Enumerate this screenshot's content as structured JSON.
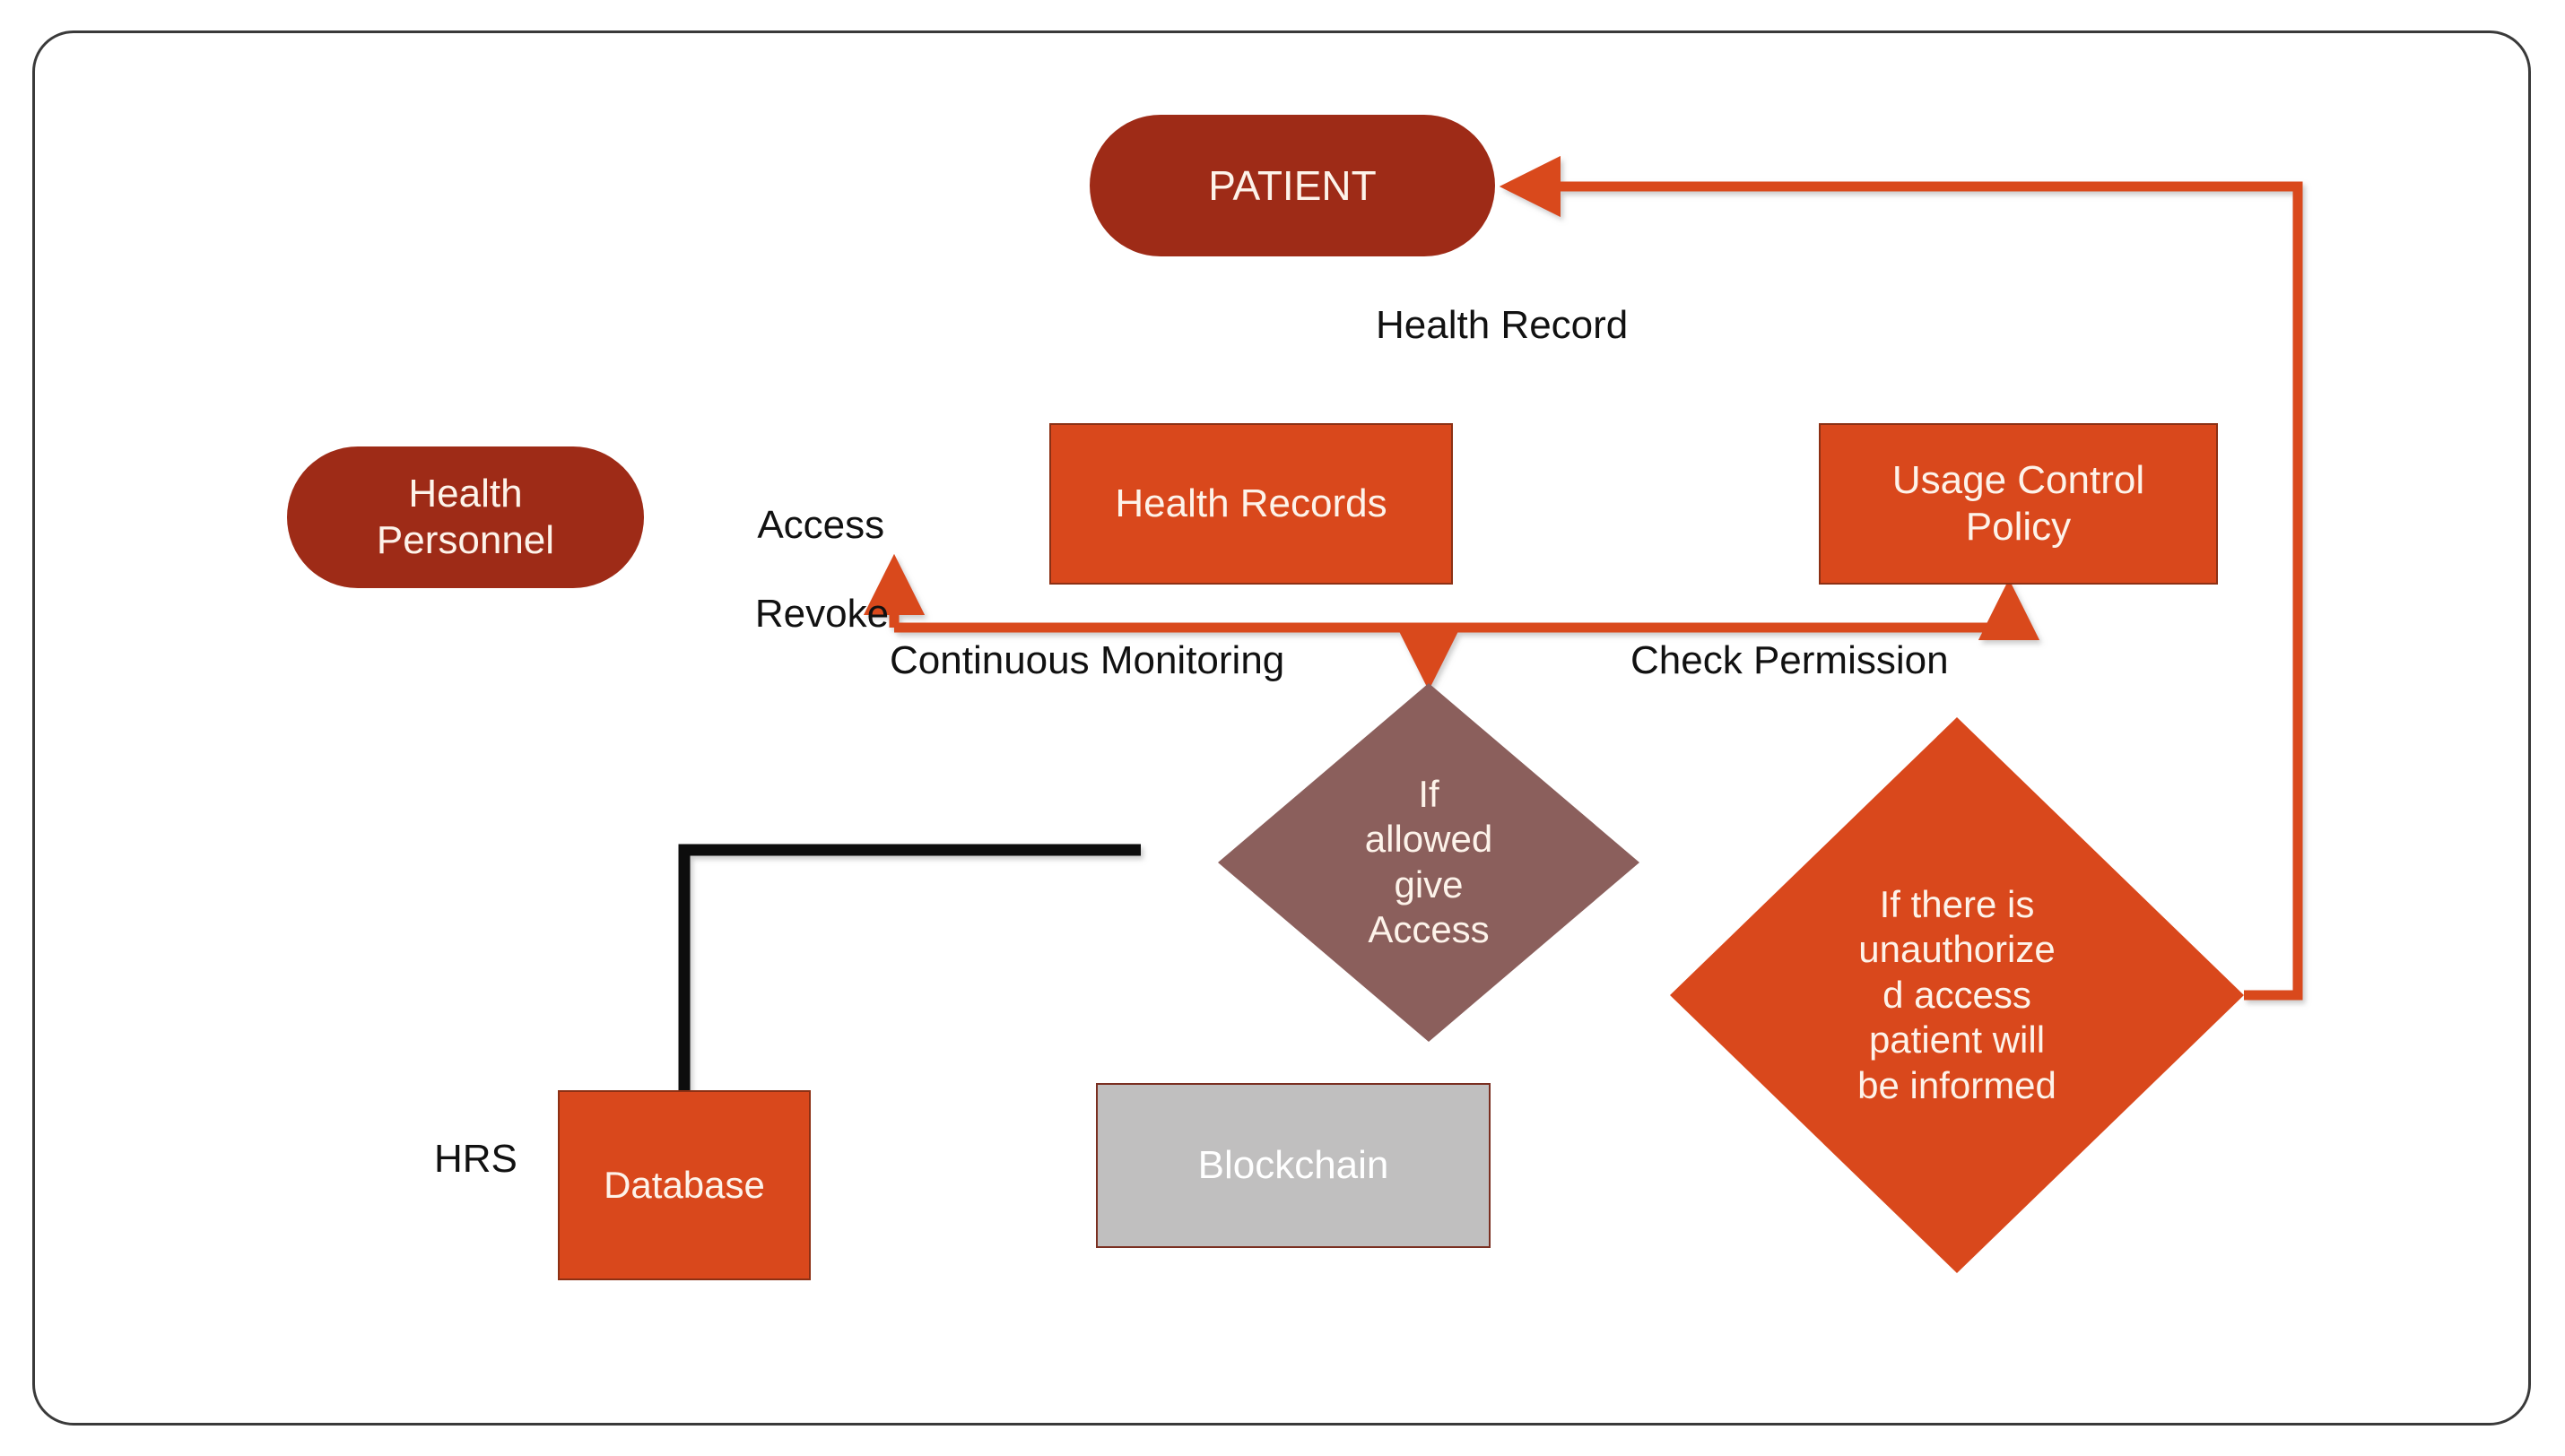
{
  "diagram": {
    "title": "Health Record System access-control flow",
    "palette": {
      "dark_red": "#9E2B17",
      "orange": "#D9481C",
      "mauve": "#8B5F5C",
      "gray": "#C0BFBF",
      "black_edge": "#111111",
      "orange_edge": "#D9481C",
      "frame_border": "#3A3A3A",
      "node_text": "#FDF3EA"
    },
    "nodes": {
      "patient": {
        "label": "PATIENT",
        "shape": "rounded-pill",
        "color": "#9E2B17"
      },
      "health_personnel": {
        "label": "Health\nPersonnel",
        "line1": "Health",
        "line2": "Personnel",
        "shape": "rounded-pill",
        "color": "#9E2B17"
      },
      "health_records": {
        "label": "Health Records",
        "shape": "rectangle",
        "color": "#D9481C"
      },
      "usage_control_policy": {
        "label": "Usage Control\nPolicy",
        "line1": "Usage Control",
        "line2": "Policy",
        "shape": "rectangle",
        "color": "#D9481C"
      },
      "database": {
        "label": "Database",
        "shape": "rectangle",
        "color": "#D9481C"
      },
      "blockchain": {
        "label": "Blockchain",
        "shape": "rectangle",
        "color": "#C0BFBF"
      },
      "if_allowed": {
        "label": "If allowed give Access",
        "line1": "If",
        "line2": "allowed",
        "line3": "give",
        "line4": "Access",
        "shape": "diamond",
        "color": "#8B5F5C"
      },
      "if_unauthorized": {
        "label": "If there is unauthorized access patient will be informed",
        "line1": "If there is",
        "line2": "unauthorize",
        "line3": "d access",
        "line4": "patient will",
        "line5": "be informed",
        "shape": "diamond",
        "color": "#D9481C"
      }
    },
    "edge_labels": {
      "health_record": "Health Record",
      "access": "Access",
      "revoke": "Revoke",
      "continuous_monitoring": "Continuous Monitoring",
      "check_permission": "Check Permission",
      "hrs": "HRS"
    },
    "edges": [
      {
        "from": "patient",
        "to": "health_records",
        "label": "Health Record",
        "color": "#D9481C",
        "arrow": "down"
      },
      {
        "from": "health_personnel",
        "to": "health_records",
        "label": "Access / Revoke",
        "color": "#111111",
        "arrow": "right"
      },
      {
        "from": "health_records",
        "to": "database",
        "label": "HRS",
        "color": "#111111",
        "arrow": "none"
      },
      {
        "from": "health_records",
        "to": "blockchain",
        "label": "",
        "color": "#111111",
        "arrow": "down"
      },
      {
        "from": "usage_control_policy",
        "to": "if_allowed",
        "label": "Continuous Monitoring",
        "color": "#D9481C",
        "arrow": "down-and-up"
      },
      {
        "from": "if_allowed",
        "to": "usage_control_policy",
        "label": "Check Permission",
        "color": "#D9481C",
        "arrow": "up"
      },
      {
        "from": "if_unauthorized",
        "to": "patient",
        "label": "",
        "color": "#D9481C",
        "arrow": "left"
      }
    ]
  }
}
